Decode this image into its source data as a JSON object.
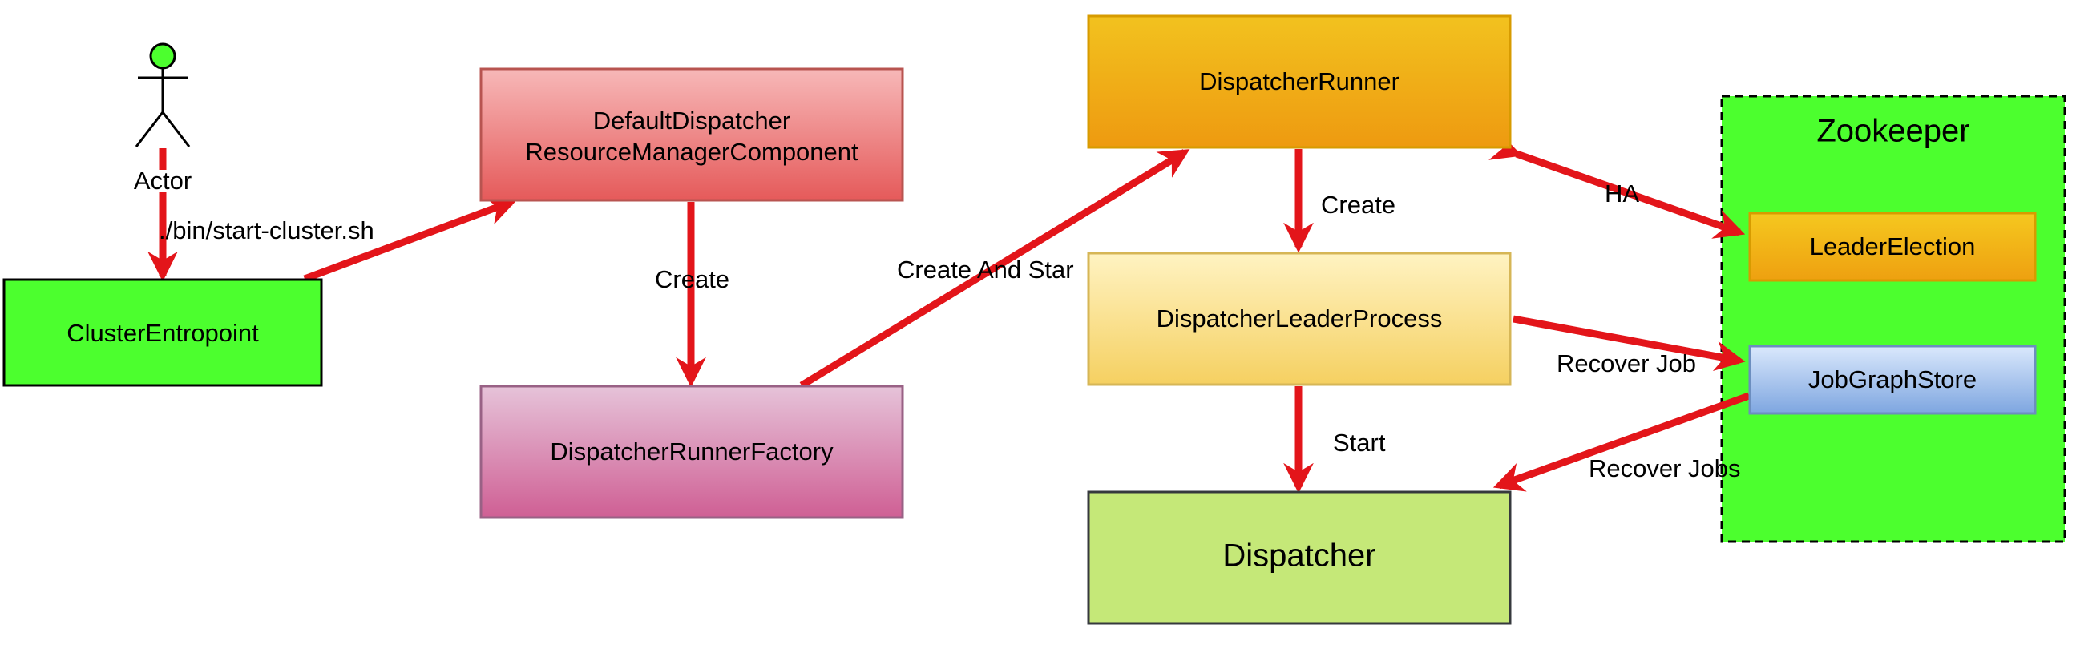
{
  "colors": {
    "arrow": "#e3151a",
    "zookeeper_fill": "#4cff2e",
    "cluster_fill": "#4cff2e",
    "actor_head": "#4cff2e"
  },
  "actor": {
    "label": "Actor",
    "icon": "stick-figure-icon"
  },
  "nodes": {
    "cluster_entrypoint": "ClusterEntropoint",
    "default_dispatcher_line1": "DefaultDispatcher",
    "default_dispatcher_line2": "ResourceManagerComponent",
    "dispatcher_runner_factory": "DispatcherRunnerFactory",
    "dispatcher_runner": "DispatcherRunner",
    "dispatcher_leader_process": "DispatcherLeaderProcess",
    "dispatcher": "Dispatcher",
    "zookeeper": "Zookeeper",
    "leader_election": "LeaderElection",
    "job_graph_store": "JobGraphStore"
  },
  "edges": {
    "start_cluster": "./bin/start-cluster.sh",
    "create_factory": "Create",
    "create_and_start": "Create And Star",
    "create_leader_process": "Create",
    "start_dispatcher": "Start",
    "ha": "HA",
    "recover_job": "Recover Job",
    "recover_jobs": "Recover Jobs"
  }
}
